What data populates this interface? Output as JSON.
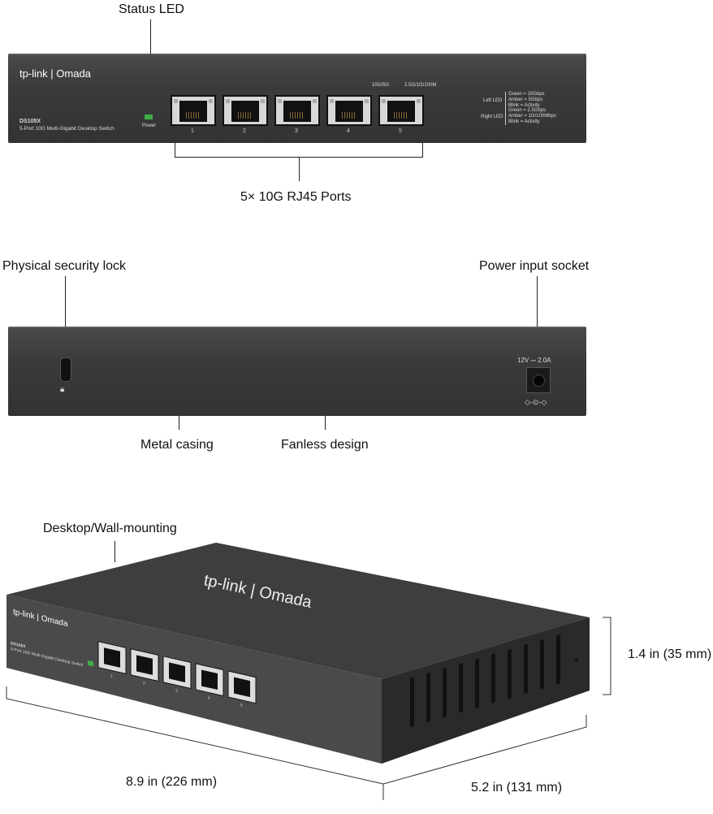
{
  "callouts": {
    "status_led": "Status LED",
    "ports": "5× 10G RJ45 Ports",
    "security_lock": "Physical security lock",
    "power_socket": "Power input socket",
    "metal_casing": "Metal casing",
    "fanless": "Fanless design",
    "mounting": "Desktop/Wall-mounting"
  },
  "device": {
    "brand": "tp-link | Omada",
    "model": "DS105X",
    "description": "5-Port 10G Multi-Gigabit Desktop Switch",
    "power_label": "Power",
    "ports": [
      "1",
      "2",
      "3",
      "4",
      "5"
    ],
    "left_led_speed": "10G/5G",
    "right_led_speed": "2.5G/1G/100M",
    "left_led": {
      "title": "Left LED",
      "lines": [
        "Green  = 10Gbps",
        "Amber  = 5Gbps",
        "Blink   = Activity"
      ]
    },
    "right_led": {
      "title": "Right LED",
      "lines": [
        "Green  = 2.5Gbps",
        "Amber  = 1G/100Mbps",
        "Blink   = Activity"
      ]
    },
    "power_rating": "12V ⎓ 2.0A",
    "polarity_symbol": "◇-⊙-◇"
  },
  "dimensions": {
    "height": "1.4 in (35 mm)",
    "width": "8.9 in (226 mm)",
    "depth": "5.2 in (131 mm)"
  },
  "colors": {
    "chassis": "#3a3a3c",
    "led_green": "#3fae49"
  }
}
